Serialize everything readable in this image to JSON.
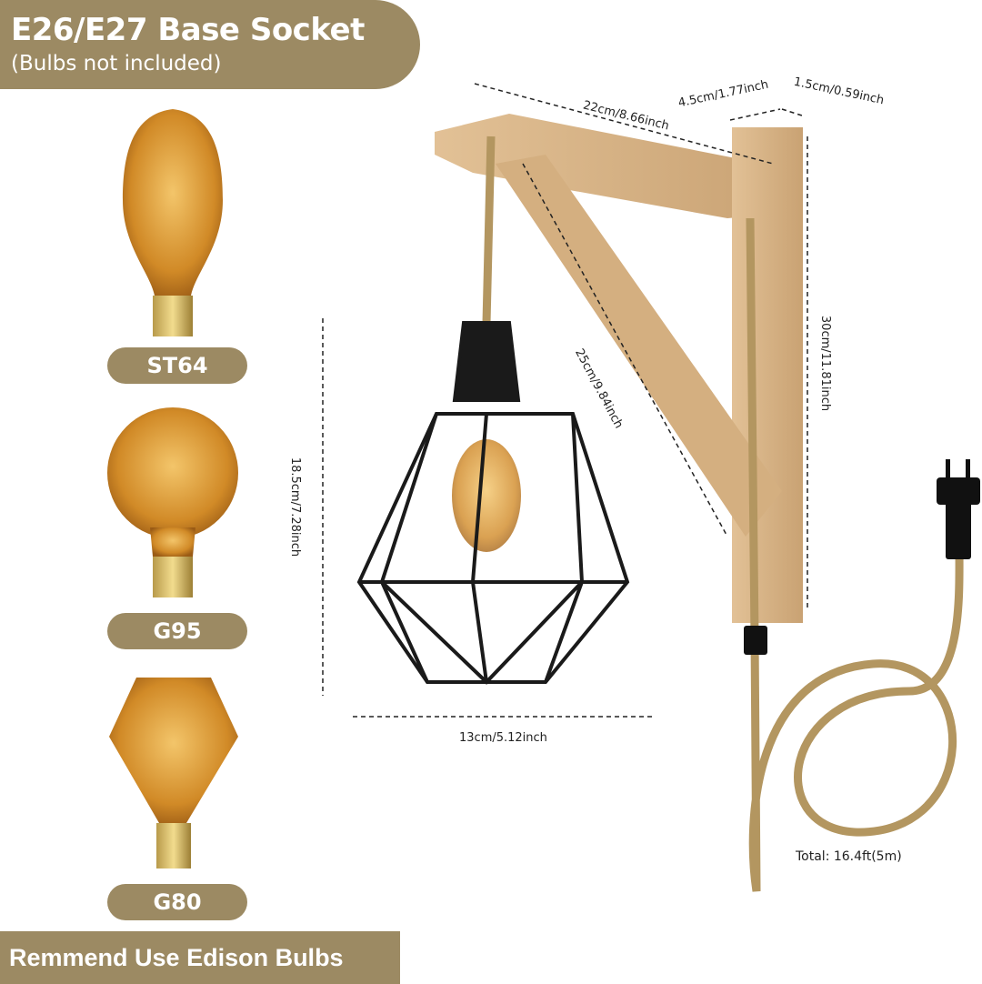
{
  "header": {
    "title": "E26/E27 Base Socket",
    "subtitle": "(Bulbs not included)"
  },
  "bulbs": [
    {
      "label": "ST64"
    },
    {
      "label": "G95"
    },
    {
      "label": "G80"
    }
  ],
  "dimensions": {
    "arm_length": "22cm/8.66inch",
    "arm_width": "4.5cm/1.77inch",
    "arm_depth": "1.5cm/0.59inch",
    "height": "30cm/11.81inch",
    "brace": "25cm/9.84inch",
    "shade_height": "18.5cm/7.28inch",
    "shade_width": "13cm/5.12inch",
    "cord_total": "Total: 16.4ft(5m)"
  },
  "footer": {
    "text": "Remmend Use Edison Bulbs"
  },
  "colors": {
    "accent": "#9c8a63",
    "wood": "#d9b78a",
    "metal": "#1a1a1a",
    "bulb": "#d6902c"
  }
}
